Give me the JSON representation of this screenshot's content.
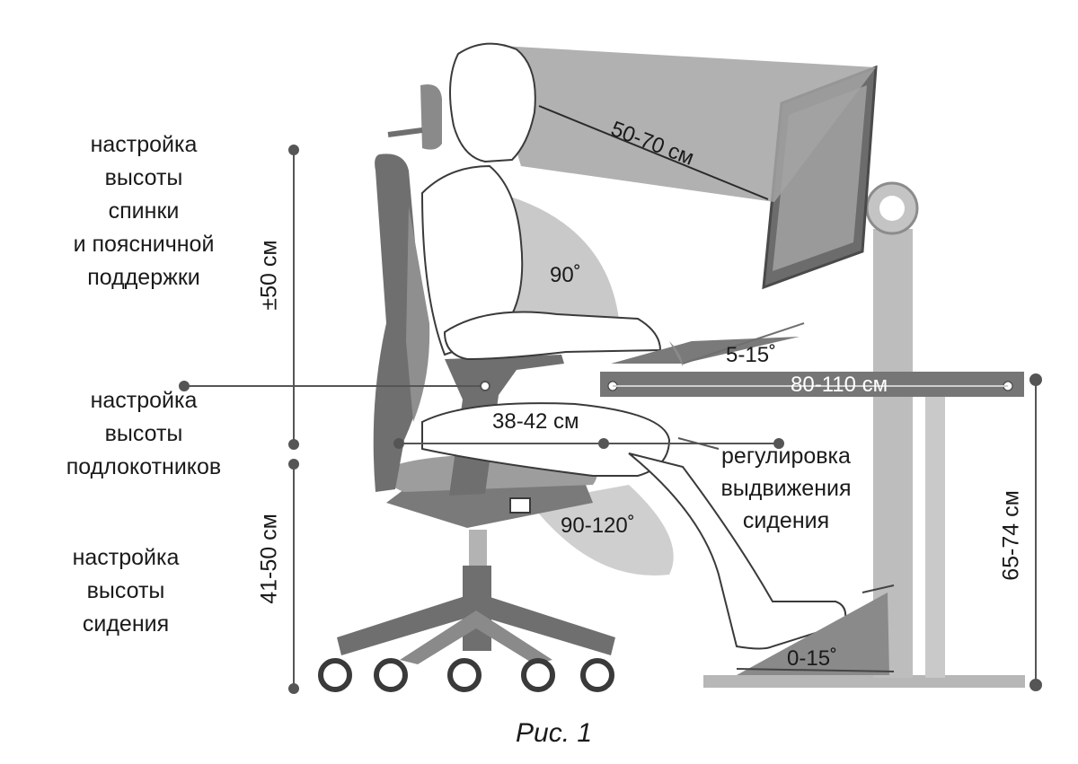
{
  "labels": {
    "backrest": [
      "настройка",
      "высоты",
      "спинки",
      "и поясничной",
      "поддержки"
    ],
    "armrest": [
      "настройка",
      "высоты",
      "подлокотников"
    ],
    "seat": [
      "настройка",
      "высоты",
      "сидения"
    ],
    "seat_slide": [
      "регулировка",
      "выдвижения",
      "сидения"
    ]
  },
  "measurements": {
    "eye_distance": "50-70 см",
    "back_angle": "90˚",
    "keyboard_tilt": "5-15˚",
    "desk_width": "80-110 см",
    "seat_depth": "38-42 см",
    "knee_angle": "90-120˚",
    "foot_tilt": "0-15˚",
    "backrest_range": "±50 см",
    "seat_height": "41-50 см",
    "desk_height": "65-74 см"
  },
  "caption": "Рис. 1",
  "colors": {
    "chair": "#6f6f6f",
    "zone": "#a9a9a9",
    "light_zone": "#d3d3d3",
    "outline": "#3a3a3a",
    "desk": "#767676",
    "stand": "#c4c4c4"
  }
}
